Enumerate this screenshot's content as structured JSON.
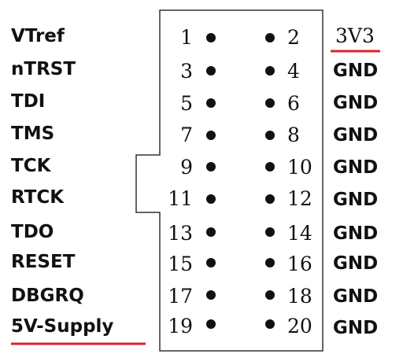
{
  "colors": {
    "underline": "#e0202a",
    "ink": "#111111",
    "outline": "#333333"
  },
  "rows": [
    {
      "left_label": "VTref",
      "odd_pin": "1",
      "even_pin": "2",
      "right_label": "3V3"
    },
    {
      "left_label": "nTRST",
      "odd_pin": "3",
      "even_pin": "4",
      "right_label": "GND"
    },
    {
      "left_label": "TDI",
      "odd_pin": "5",
      "even_pin": "6",
      "right_label": "GND"
    },
    {
      "left_label": "TMS",
      "odd_pin": "7",
      "even_pin": "8",
      "right_label": "GND"
    },
    {
      "left_label": "TCK",
      "odd_pin": "9",
      "even_pin": "10",
      "right_label": "GND"
    },
    {
      "left_label": "RTCK",
      "odd_pin": "11",
      "even_pin": "12",
      "right_label": "GND"
    },
    {
      "left_label": "TDO",
      "odd_pin": "13",
      "even_pin": "14",
      "right_label": "GND"
    },
    {
      "left_label": "RESET",
      "odd_pin": "15",
      "even_pin": "16",
      "right_label": "GND"
    },
    {
      "left_label": "DBGRQ",
      "odd_pin": "17",
      "even_pin": "18",
      "right_label": "GND"
    },
    {
      "left_label": "5V-Supply",
      "odd_pin": "19",
      "even_pin": "20",
      "right_label": "GND"
    }
  ],
  "highlights": [
    "3V3",
    "5V-Supply"
  ]
}
